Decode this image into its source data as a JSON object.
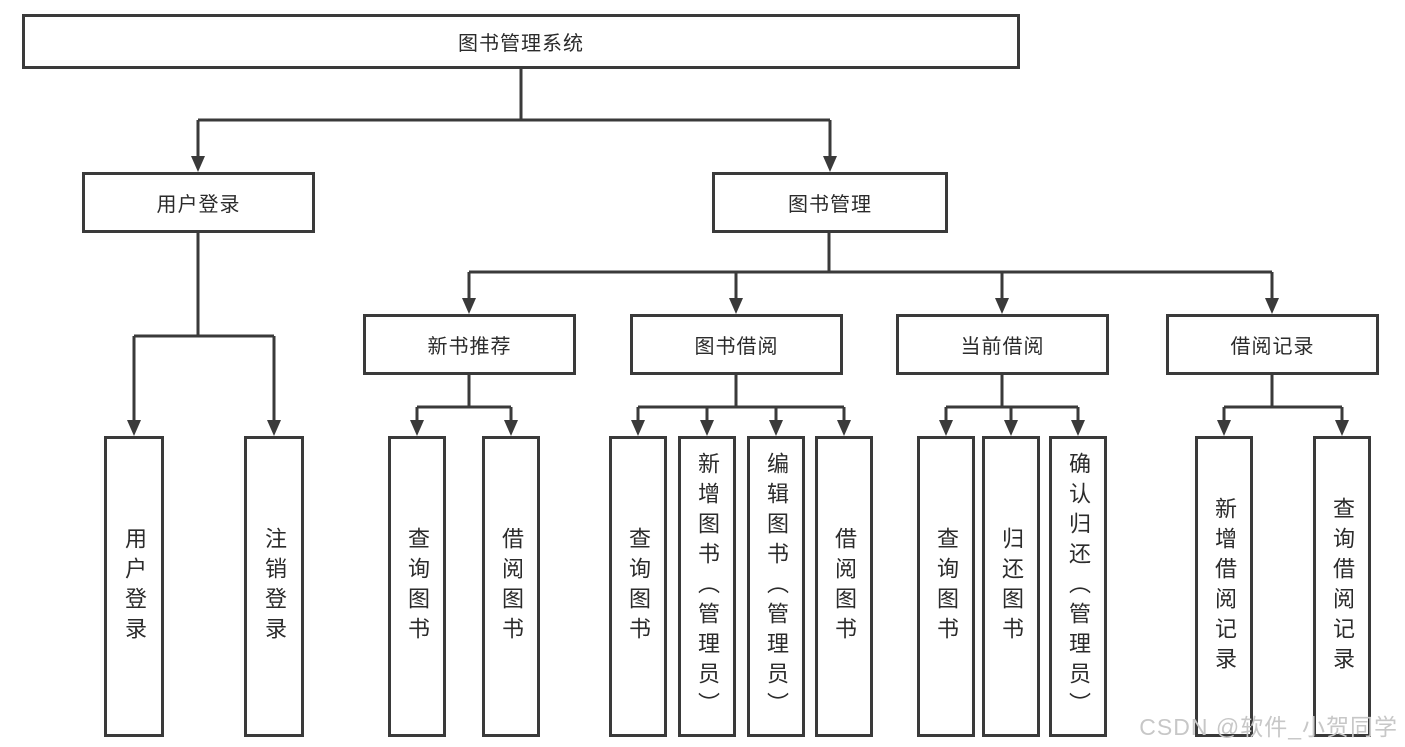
{
  "diagram": {
    "type": "hierarchy-tree",
    "root": {
      "label": "图书管理系统",
      "children": [
        {
          "label": "用户登录",
          "children": [
            {
              "label": "用户登录"
            },
            {
              "label": "注销登录"
            }
          ]
        },
        {
          "label": "图书管理",
          "children": [
            {
              "label": "新书推荐",
              "children": [
                {
                  "label": "查询图书"
                },
                {
                  "label": "借阅图书"
                }
              ]
            },
            {
              "label": "图书借阅",
              "children": [
                {
                  "label": "查询图书"
                },
                {
                  "label": "新增图书（管理员）"
                },
                {
                  "label": "编辑图书（管理员）"
                },
                {
                  "label": "借阅图书"
                }
              ]
            },
            {
              "label": "当前借阅",
              "children": [
                {
                  "label": "查询图书"
                },
                {
                  "label": "归还图书"
                },
                {
                  "label": "确认归还（管理员）"
                }
              ]
            },
            {
              "label": "借阅记录",
              "children": [
                {
                  "label": "新增借阅记录"
                },
                {
                  "label": "查询借阅记录"
                }
              ]
            }
          ]
        }
      ]
    }
  },
  "watermark": {
    "text": "CSDN @软件_小贺同学"
  },
  "colors": {
    "line": "#3a3a3a",
    "box_border": "#3a3a3a",
    "text": "#2b2b2b",
    "watermark": "#c7c7c7",
    "background": "#ffffff"
  }
}
